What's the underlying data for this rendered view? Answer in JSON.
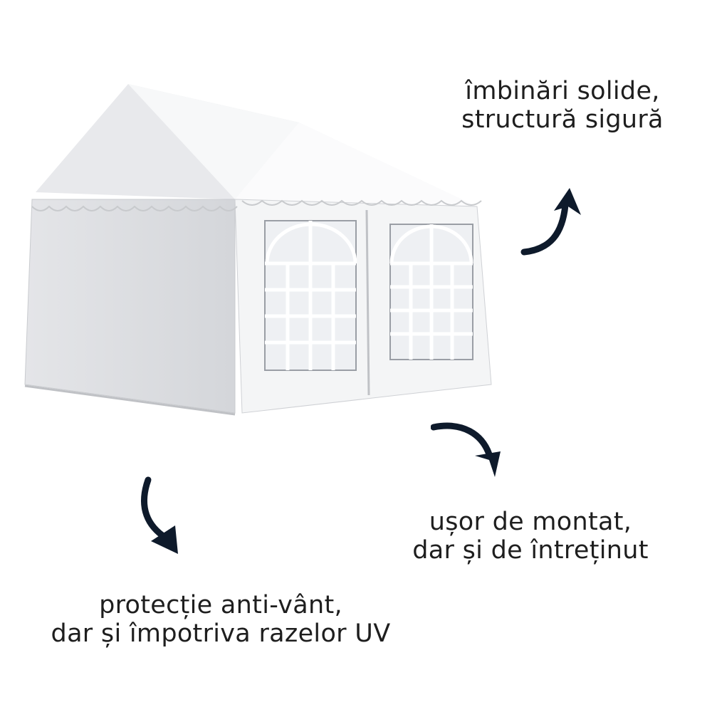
{
  "colors": {
    "arrow": "#0e1a2b",
    "text": "#1e1e1e",
    "tent": "#f1f2f4",
    "tent_shade": "#dcdee2"
  },
  "features": [
    {
      "line1": "îmbinări solide,",
      "line2": "structură sigură",
      "icon": "curved-arrow-up-icon"
    },
    {
      "line1": "ușor de montat,",
      "line2": "dar și de întreținut",
      "icon": "curved-arrow-down-right-icon"
    },
    {
      "line1": "protecție anti-vânt,",
      "line2": "dar și împotriva razelor UV",
      "icon": "curved-arrow-down-icon"
    }
  ]
}
